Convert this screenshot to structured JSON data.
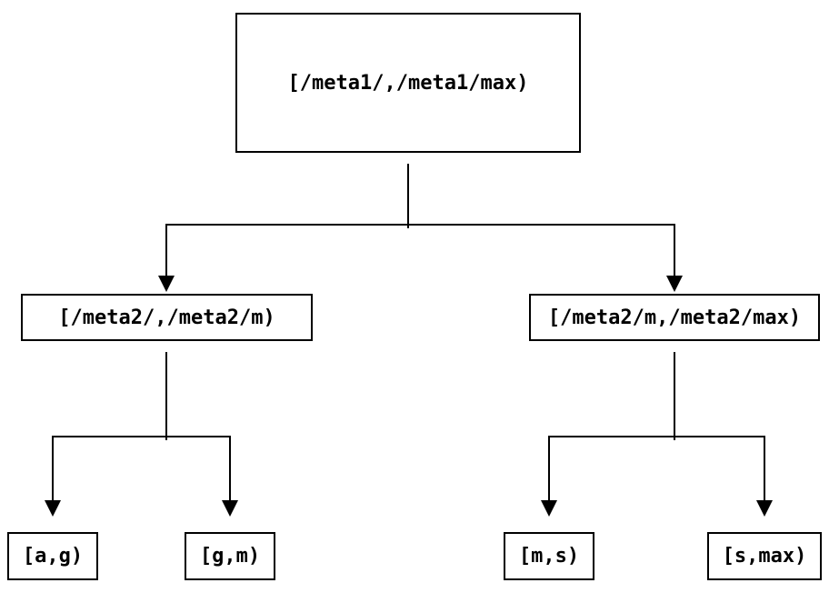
{
  "diagram": {
    "type": "binary-interval-tree",
    "colors": {
      "line": "#000000",
      "text": "#000000",
      "background": "#ffffff"
    },
    "tree": {
      "root": {
        "label": "[/meta1/,/meta1/max)"
      },
      "children": [
        {
          "label": "[/meta2/,/meta2/m)",
          "children": [
            {
              "label": "[a,g)"
            },
            {
              "label": "[g,m)"
            }
          ]
        },
        {
          "label": "[/meta2/m,/meta2/max)",
          "children": [
            {
              "label": "[m,s)"
            },
            {
              "label": "[s,max)"
            }
          ]
        }
      ]
    }
  }
}
